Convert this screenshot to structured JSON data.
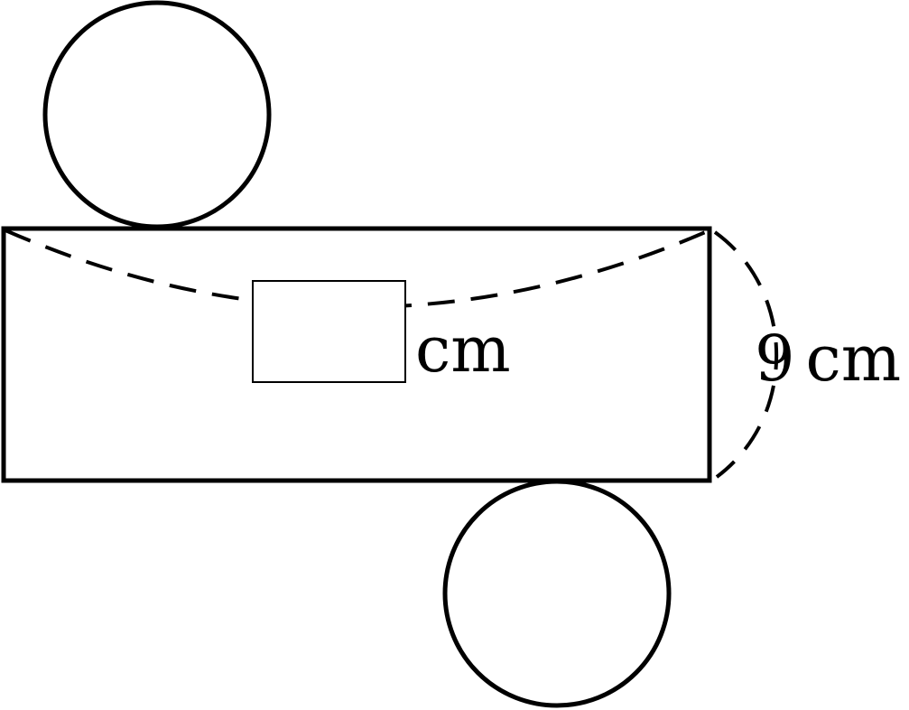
{
  "diagram": {
    "answer_blank_unit": "cm",
    "height_label": {
      "value": "9",
      "unit": "cm"
    },
    "answer_blank": ""
  }
}
